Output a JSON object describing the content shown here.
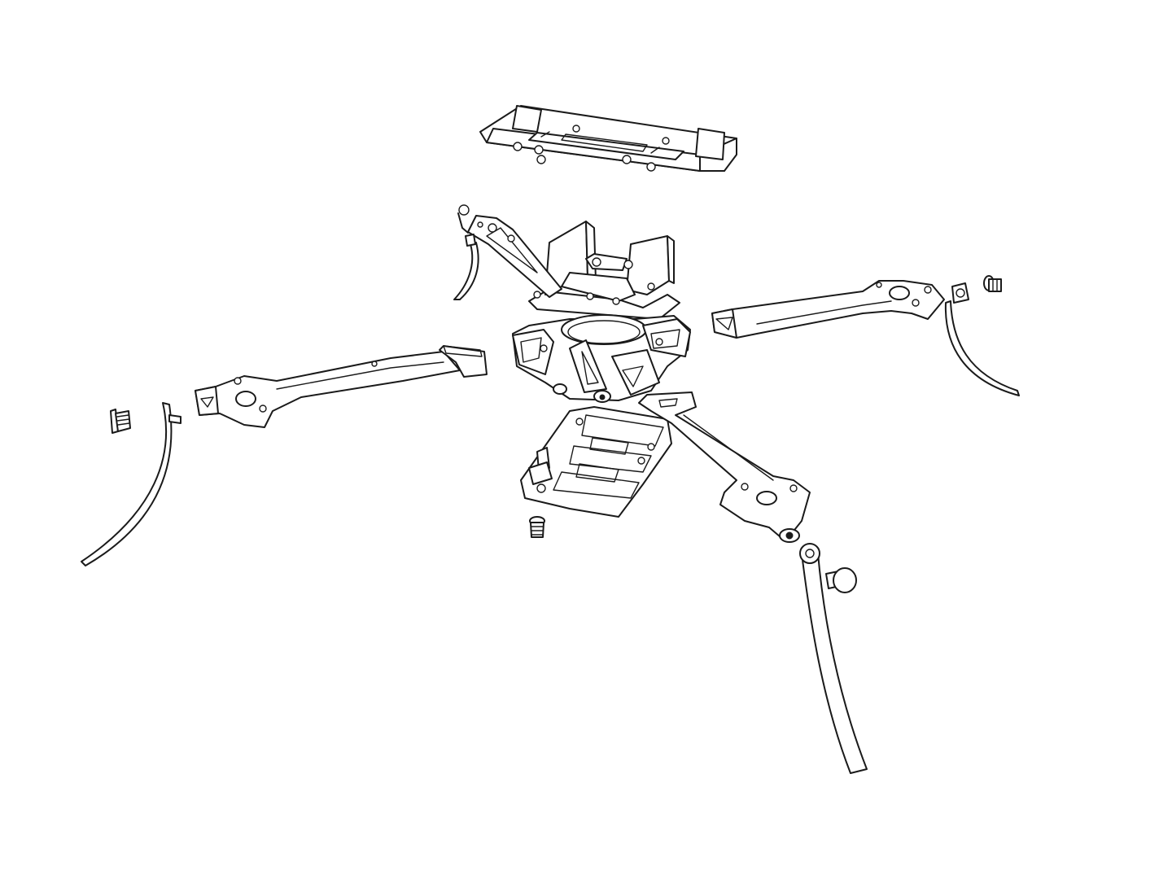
{
  "diagram": {
    "kind": "exploded-view line drawing",
    "background_color": "#ffffff",
    "line_color": "#1a1a1a",
    "parts": [
      {
        "id": "top-cover-plate"
      },
      {
        "id": "upper-frame-cage"
      },
      {
        "id": "center-hub"
      },
      {
        "id": "bottom-battery-plate"
      },
      {
        "id": "arm-front-left"
      },
      {
        "id": "arm-left"
      },
      {
        "id": "arm-right"
      },
      {
        "id": "arm-front-right"
      },
      {
        "id": "landing-leg-left"
      },
      {
        "id": "landing-leg-right"
      },
      {
        "id": "landing-leg-back"
      },
      {
        "id": "landing-leg-front"
      },
      {
        "id": "screw-left"
      },
      {
        "id": "screw-bottom"
      },
      {
        "id": "screw-right"
      },
      {
        "id": "cap-front"
      }
    ]
  }
}
